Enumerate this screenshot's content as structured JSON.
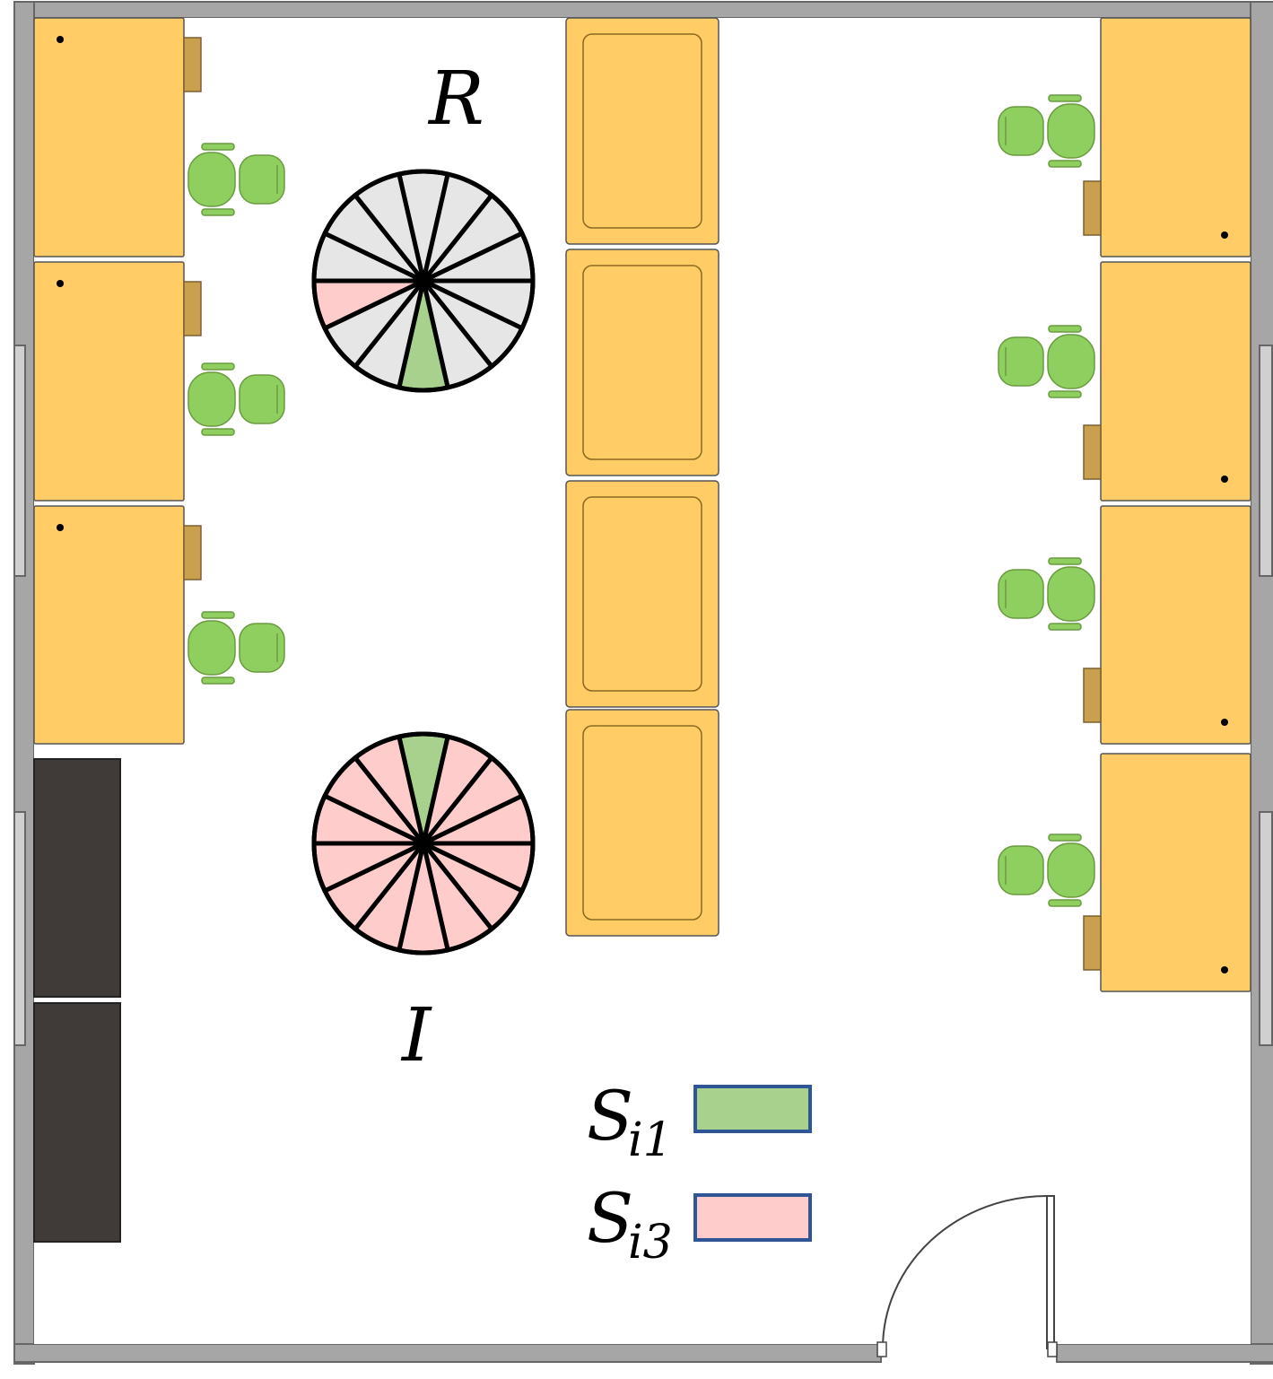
{
  "labels": {
    "top_wheel": "R",
    "bottom_wheel": "I"
  },
  "legend": [
    {
      "symbol": "S",
      "subscript": "i1",
      "color": "#a9d18e"
    },
    {
      "symbol": "S",
      "subscript": "i3",
      "color": "#ffcccc"
    }
  ],
  "wheels": {
    "segments": 14,
    "top": {
      "base_color": "#e6e6e6",
      "highlights": [
        {
          "index": 7,
          "color": "#a9d18e"
        },
        {
          "index": 10,
          "color": "#ffcccc"
        }
      ]
    },
    "bottom": {
      "base_color": "#ffcccc",
      "highlights": [
        {
          "index": 0,
          "color": "#a9d18e"
        }
      ]
    }
  },
  "colors": {
    "wall": "#a6a6a6",
    "desk": "#ffcc66",
    "desk_edge": "#555555",
    "chair": "#8fcf5f",
    "cabinet": "#403a38",
    "legend_border": "#2f5597"
  }
}
